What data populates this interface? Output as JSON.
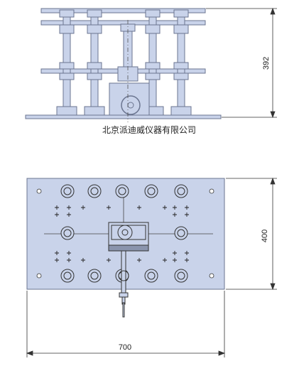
{
  "drawing": {
    "company_name": "北京派迪威仪器有限公司",
    "dimensions": {
      "height_side_view": "392",
      "depth_top_view": "400",
      "width_top_view": "700"
    },
    "colors": {
      "plate_fill": "#c9d3ea",
      "plate_stroke": "#6b7590",
      "line": "#333333",
      "centerline": "#555555"
    }
  }
}
